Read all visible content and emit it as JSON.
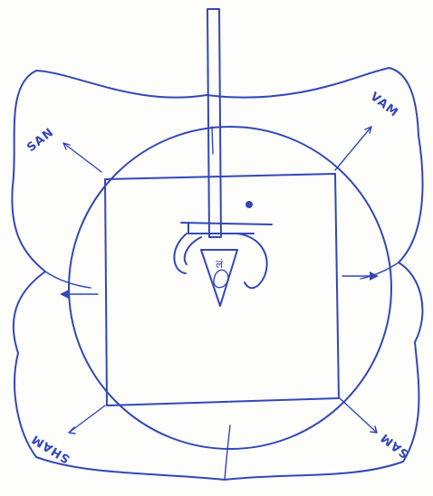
{
  "petals": {
    "top_left": "SAN",
    "top_right": "VAM",
    "bottom_left": "SHAM",
    "bottom_right": "SAM"
  },
  "seed": {
    "triangle_mark": "लं"
  },
  "colors": {
    "ink": "#3347b8",
    "paper": "#fdfdfb"
  }
}
